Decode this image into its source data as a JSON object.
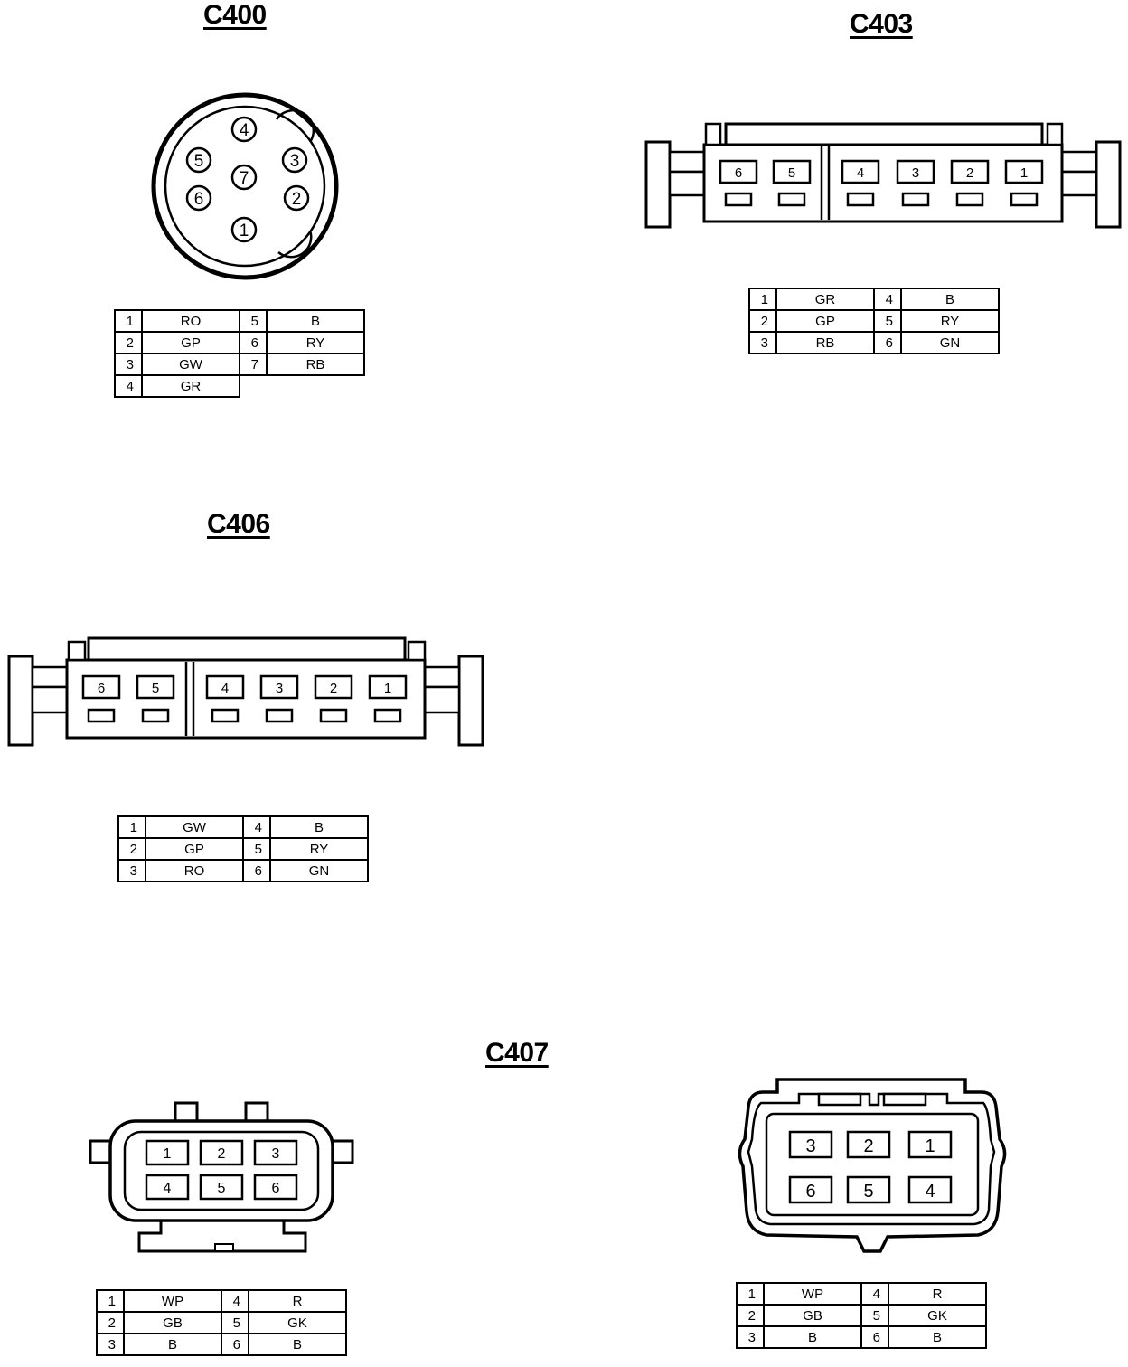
{
  "connectors": [
    {
      "id": "C400",
      "face_pins": [
        "4",
        "5",
        "3",
        "7",
        "6",
        "2",
        "1"
      ],
      "pins": [
        {
          "pin": "1",
          "color": "RO"
        },
        {
          "pin": "2",
          "color": "GP"
        },
        {
          "pin": "3",
          "color": "GW"
        },
        {
          "pin": "4",
          "color": "GR"
        },
        {
          "pin": "5",
          "color": "B"
        },
        {
          "pin": "6",
          "color": "RY"
        },
        {
          "pin": "7",
          "color": "RB"
        }
      ]
    },
    {
      "id": "C403",
      "face_pins": [
        "6",
        "5",
        "4",
        "3",
        "2",
        "1"
      ],
      "pins": [
        {
          "pin": "1",
          "color": "GR"
        },
        {
          "pin": "2",
          "color": "GP"
        },
        {
          "pin": "3",
          "color": "RB"
        },
        {
          "pin": "4",
          "color": "B"
        },
        {
          "pin": "5",
          "color": "RY"
        },
        {
          "pin": "6",
          "color": "GN"
        }
      ]
    },
    {
      "id": "C406",
      "face_pins": [
        "6",
        "5",
        "4",
        "3",
        "2",
        "1"
      ],
      "pins": [
        {
          "pin": "1",
          "color": "GW"
        },
        {
          "pin": "2",
          "color": "GP"
        },
        {
          "pin": "3",
          "color": "RO"
        },
        {
          "pin": "4",
          "color": "B"
        },
        {
          "pin": "5",
          "color": "RY"
        },
        {
          "pin": "6",
          "color": "GN"
        }
      ]
    },
    {
      "id": "C407",
      "left": {
        "face_pins": [
          "1",
          "2",
          "3",
          "4",
          "5",
          "6"
        ],
        "pins": [
          {
            "pin": "1",
            "color": "WP"
          },
          {
            "pin": "2",
            "color": "GB"
          },
          {
            "pin": "3",
            "color": "B"
          },
          {
            "pin": "4",
            "color": "R"
          },
          {
            "pin": "5",
            "color": "GK"
          },
          {
            "pin": "6",
            "color": "B"
          }
        ]
      },
      "right": {
        "face_pins": [
          "3",
          "2",
          "1",
          "6",
          "5",
          "4"
        ],
        "pins": [
          {
            "pin": "1",
            "color": "WP"
          },
          {
            "pin": "2",
            "color": "GB"
          },
          {
            "pin": "3",
            "color": "B"
          },
          {
            "pin": "4",
            "color": "R"
          },
          {
            "pin": "5",
            "color": "GK"
          },
          {
            "pin": "6",
            "color": "B"
          }
        ]
      }
    }
  ]
}
